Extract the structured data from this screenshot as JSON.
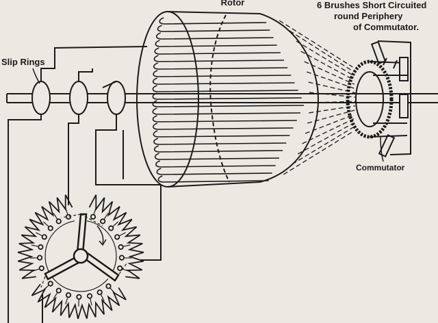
{
  "labels": {
    "rotor": "Rotor",
    "brushes_line1": "6 Brushes Short Circuited",
    "brushes_line2": "round Periphery",
    "brushes_line3": "of Commutator.",
    "slip_rings": "Slip Rings",
    "commutator": "Commutator"
  },
  "colors": {
    "paper": "#ece9e2",
    "ink": "#1a1a1a"
  }
}
